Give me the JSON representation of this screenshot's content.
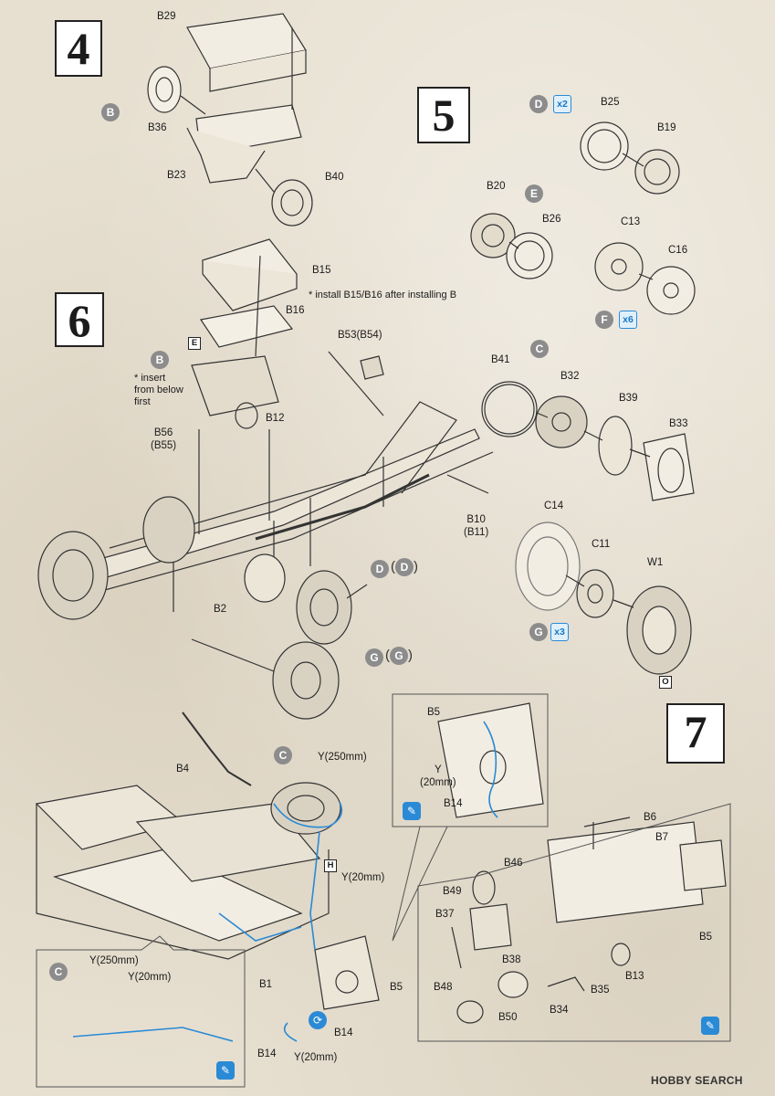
{
  "steps": {
    "s4": "4",
    "s5": "5",
    "s6": "6",
    "s7": "7"
  },
  "step4": {
    "B29": "B29",
    "B36": "B36",
    "B23": "B23",
    "B40": "B40",
    "badge": "B"
  },
  "step5": {
    "B25": "B25",
    "B19": "B19",
    "B20": "B20",
    "B26": "B26",
    "C13": "C13",
    "C16": "C16",
    "badge_d": "D",
    "mult_d": "x2",
    "badge_e": "E",
    "badge_f": "F",
    "mult_f": "x6"
  },
  "step6": {
    "B15": "B15",
    "note_b15": "* install B15/B16 after installing B",
    "B16": "B16",
    "B53": "B53(B54)",
    "badge_b": "B",
    "box_e": "E",
    "note_insert": "* insert\nfrom below\nfirst",
    "B12": "B12",
    "B56": "B56\n(B55)",
    "B41": "B41",
    "B32": "B32",
    "B39": "B39",
    "B33": "B33",
    "badge_c": "C",
    "B10": "B10\n(B11)",
    "C14": "C14",
    "C11": "C11",
    "W1": "W1",
    "badge_d": "D",
    "paren_d": "D",
    "badge_g": "G",
    "paren_g": "G",
    "badge_g2": "G",
    "mult_g": "x3",
    "box_o": "O",
    "B2": "B2"
  },
  "step7": {
    "B4": "B4",
    "badge_c": "C",
    "Y250": "Y(250mm)",
    "Y20": "Y(20mm)",
    "box_h": "H",
    "B1": "B1",
    "B5": "B5",
    "B14": "B14",
    "B14b": "B14",
    "Y20b": "Y(20mm)",
    "inset_B5": "B5",
    "inset_Y": "Y\n(20mm)",
    "inset_B14": "B14",
    "inset2_c": "C",
    "inset2_Y250": "Y(250mm)",
    "inset2_Y20": "Y(20mm)",
    "B6": "B6",
    "B7": "B7",
    "B46": "B46",
    "B49": "B49",
    "B37": "B37",
    "B38": "B38",
    "B13": "B13",
    "B5r": "B5",
    "B35": "B35",
    "B48": "B48",
    "B50": "B50",
    "B34": "B34"
  },
  "footer": {
    "brand": "HOBBY SEARCH"
  },
  "icons": {
    "paint": "paintbrush-icon",
    "rotate": "rotate-icon"
  },
  "colors": {
    "accent_blue": "#2a8ad6",
    "badge_gray": "#8c8c8c"
  }
}
